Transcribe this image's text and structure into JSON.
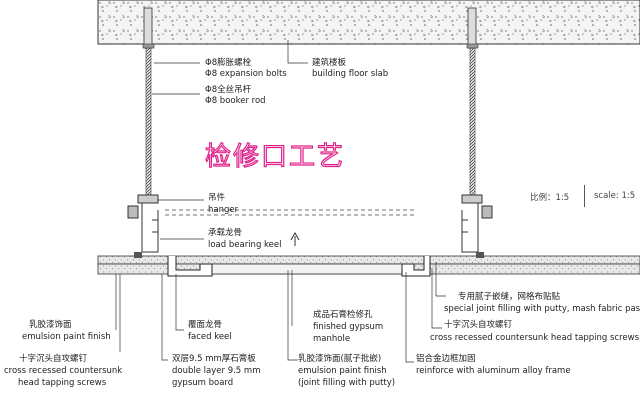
{
  "title": "检修口工艺",
  "scale": {
    "cn": "比例：1:5",
    "en": "scale: 1:5"
  },
  "labels": {
    "expansion_bolt_cn": "Φ8膨胀螺栓",
    "expansion_bolt_en": "Φ8 expansion bolts",
    "booker_rod_cn": "Φ8全丝吊杆",
    "booker_rod_en": "Φ8 booker rod",
    "floor_slab_cn": "建筑楼板",
    "floor_slab_en": "building floor slab",
    "hanger_cn": "吊件",
    "hanger_en": "hanger",
    "load_keel_cn": "承载龙骨",
    "load_keel_en": "load bearing keel",
    "emulsion_cn": "乳胶漆饰面",
    "emulsion_en": "emulsion paint finish",
    "screws_left_cn": "十字沉头自攻螺钉",
    "screws_left_en1": "cross recessed countersunk",
    "screws_left_en2": "head tapping screws",
    "faced_keel_cn": "覆面龙骨",
    "faced_keel_en": "faced keel",
    "double_layer_cn": "双层9.5 mm厚石膏板",
    "double_layer_en1": "double layer 9.5 mm",
    "double_layer_en2": "gypsum board",
    "manhole_cn": "成品石膏检修孔",
    "manhole_en1": "finished gypsum",
    "manhole_en2": "manhole",
    "putty_cn": "乳胶漆饰面(腻子批嵌)",
    "putty_en1": "emulsion paint finish",
    "putty_en2": "(joint filling with putty)",
    "aluminum_cn": "铝合金边框加固",
    "aluminum_en": "reinforce with aluminum alloy frame",
    "special_cn": "专用腻子嵌缝，网格布贴贴",
    "special_en": "special joint filling with putty, mash fabric pasting",
    "screws_right_cn": "十字沉头自攻螺钉",
    "screws_right_en": "cross recessed countersunk head tapping screws"
  },
  "colors": {
    "line": "#333333",
    "hatch": "#777777",
    "title_stroke": "#e0208a"
  }
}
